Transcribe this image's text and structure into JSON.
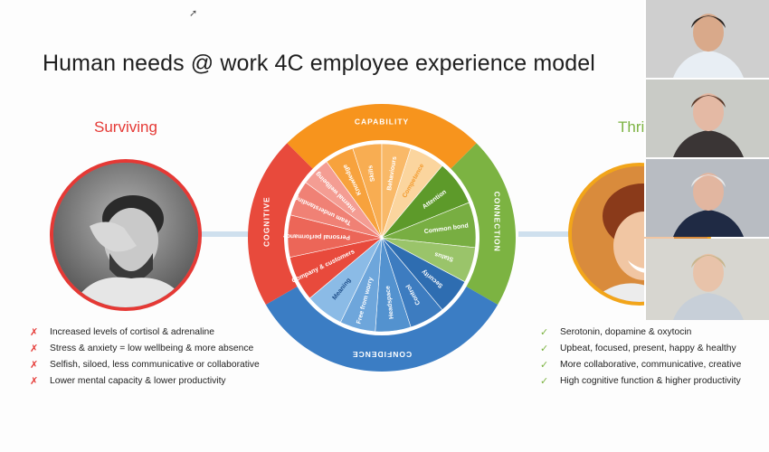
{
  "slide": {
    "title": "Human needs @ work 4C employee experience model",
    "left_heading": "Surviving",
    "right_heading": "Thri",
    "left_bullets": [
      "Increased levels of cortisol & adrenaline",
      "Stress & anxiety = low wellbeing & more absence",
      "Selfish, siloed, less communicative or collaborative",
      "Lower mental capacity & lower productivity"
    ],
    "right_bullets": [
      "Serotonin, dopamine & oxytocin",
      "Upbeat, focused, present, happy & healthy",
      "More collaborative, communicative, creative",
      "High cognitive function & higher productivity"
    ],
    "x_mark": "✗",
    "check_mark": "✓"
  },
  "wheel": {
    "quadrants": {
      "capability": "CAPABILITY",
      "connection": "CONNECTION",
      "confidence": "CONFIDENCE",
      "cognitive": "COGNITIVE"
    },
    "segments": {
      "knowledge": "Knowledge",
      "skills": "Skills",
      "behaviours": "Behaviours",
      "competence": "Competence",
      "attention": "Attention",
      "common_bond": "Common bond",
      "status": "Status",
      "security": "Security",
      "control": "Control",
      "headspace": "Headspace",
      "free_from_worry": "Free from worry",
      "meaning": "Meaning",
      "company_customers": "Company & customers",
      "personal_performance": "Personal performance",
      "team_understanding": "Team understanding",
      "internal_wellbeing": "Internal wellbeing"
    },
    "colors": {
      "capability": "#f7941d",
      "connection": "#7cb342",
      "confidence": "#3b7dc4",
      "cognitive": "#e84a3c"
    }
  },
  "participants": [
    {
      "name": "participant-1",
      "bg": "#cfcfcf",
      "shirt": "#e8eef4",
      "skin": "#d9a98a",
      "hair": "#2d2622"
    },
    {
      "name": "participant-2",
      "bg": "#c9cbc6",
      "shirt": "#3a3535",
      "skin": "#e4b9a4",
      "hair": "#5b3a2a"
    },
    {
      "name": "participant-3",
      "bg": "#b8bcc2",
      "shirt": "#1f2a44",
      "skin": "#e2b6a0",
      "hair": "#e9e9e9"
    },
    {
      "name": "participant-4",
      "bg": "#d7d6d0",
      "shirt": "#c7cfd8",
      "skin": "#e8c3aa",
      "hair": "#c9b58c"
    }
  ]
}
